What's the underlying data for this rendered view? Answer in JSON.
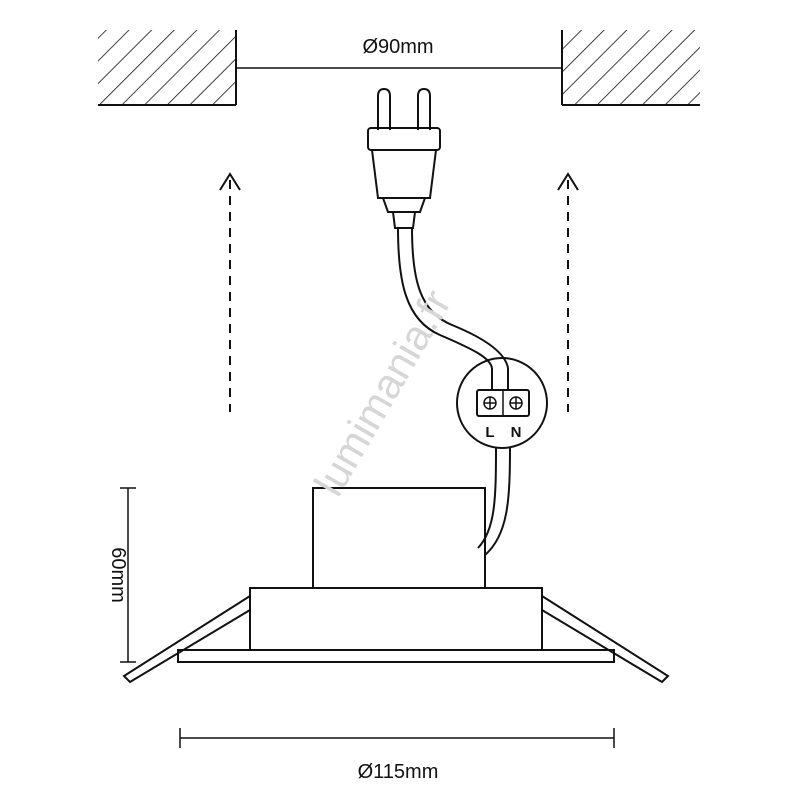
{
  "dimensions": {
    "hole_diameter": "Ø90mm",
    "height": "60mm",
    "outer_diameter": "Ø115mm"
  },
  "terminal": {
    "live": "L",
    "neutral": "N"
  },
  "watermark": "lumimania.fr"
}
